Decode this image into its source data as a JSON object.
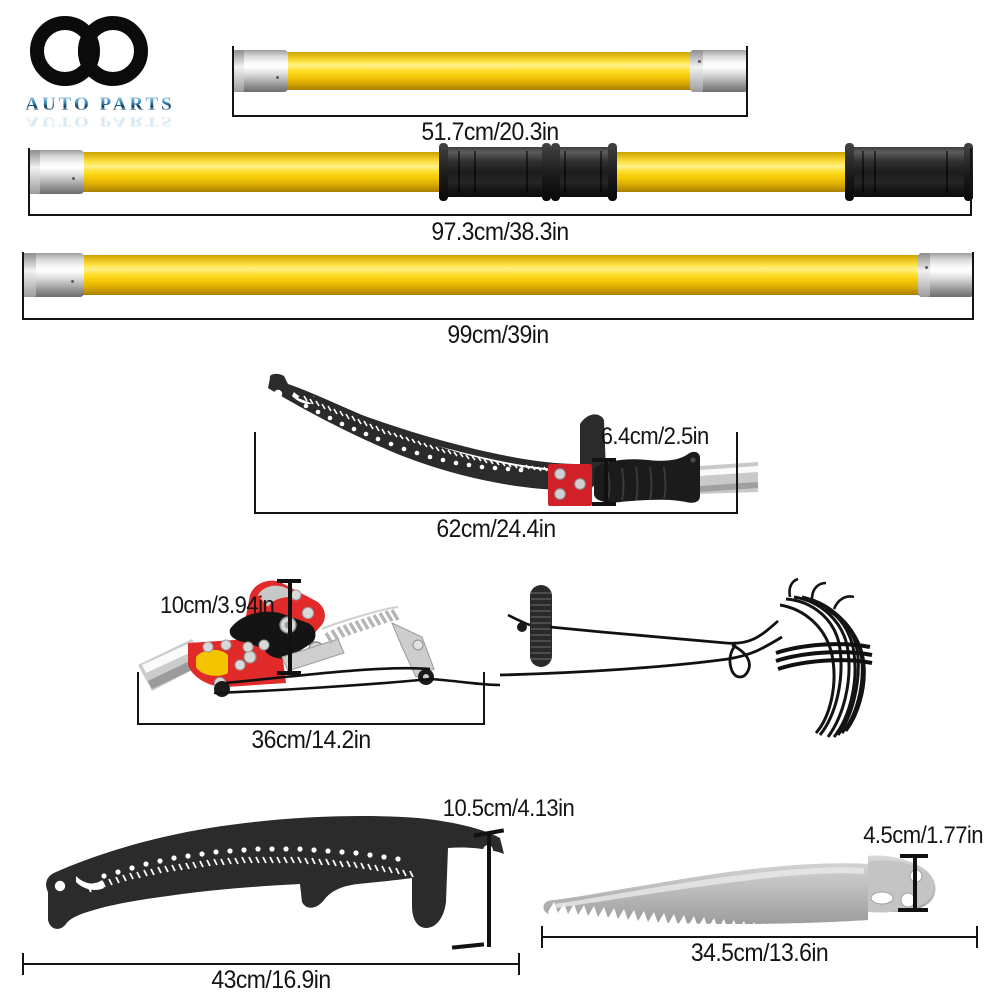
{
  "brand": {
    "logo_icon": "interlocking-rings-logo",
    "name": "AUTO PARTS"
  },
  "product": "telescoping pole saw and pruner set component dimensions",
  "components": [
    {
      "id": "pole-section-short",
      "name": "short yellow pole section",
      "dimension": "51.7cm/20.3in",
      "color": "#ffdd25"
    },
    {
      "id": "pole-section-grip",
      "name": "yellow pole section with rubber grips",
      "dimension": "97.3cm/38.3in",
      "color": "#ffdd25"
    },
    {
      "id": "pole-section-long",
      "name": "long yellow pole section",
      "dimension": "99cm/39in",
      "color": "#ffdd25"
    },
    {
      "id": "saw-head-assembly",
      "name": "curved saw blade with handle",
      "dimension_length": "62cm/24.4in",
      "dimension_height": "6.4cm/2.5in",
      "color": "#2a2a2a",
      "bracket_color": "#d12027"
    },
    {
      "id": "pruner-head",
      "name": "rope pruner cutting head with rope",
      "dimension_length": "36cm/14.2in",
      "dimension_height": "10cm/3.94in",
      "color": "#e12a2a",
      "accent_color": "#f5c400"
    },
    {
      "id": "blade-black",
      "name": "black curved saw blade",
      "dimension_length": "43cm/16.9in",
      "dimension_height": "10.5cm/4.13in",
      "color": "#2a2a2a"
    },
    {
      "id": "blade-silver",
      "name": "silver curved saw blade",
      "dimension_length": "34.5cm/13.6in",
      "dimension_height": "4.5cm/1.77in",
      "color": "#b8b8b8"
    }
  ],
  "labels": {
    "pole_short": "51.7cm/20.3in",
    "pole_grip": "97.3cm/38.3in",
    "pole_long": "99cm/39in",
    "saw_height": "6.4cm/2.5in",
    "saw_length": "62cm/24.4in",
    "pruner_height": "10cm/3.94in",
    "pruner_length": "36cm/14.2in",
    "blade_black_height": "10.5cm/4.13in",
    "blade_black_length": "43cm/16.9in",
    "blade_silver_height": "4.5cm/1.77in",
    "blade_silver_length": "34.5cm/13.6in"
  },
  "colors": {
    "background": "#ffffff",
    "pole_yellow": "#ffdd25",
    "chrome": "#e2e2e2",
    "grip_black": "#1c1c1c",
    "bracket_red": "#d12027",
    "pruner_red": "#e12a2a",
    "pruner_yellow": "#f5c400",
    "blade_silver": "#b8b8b8",
    "text": "#141414"
  }
}
